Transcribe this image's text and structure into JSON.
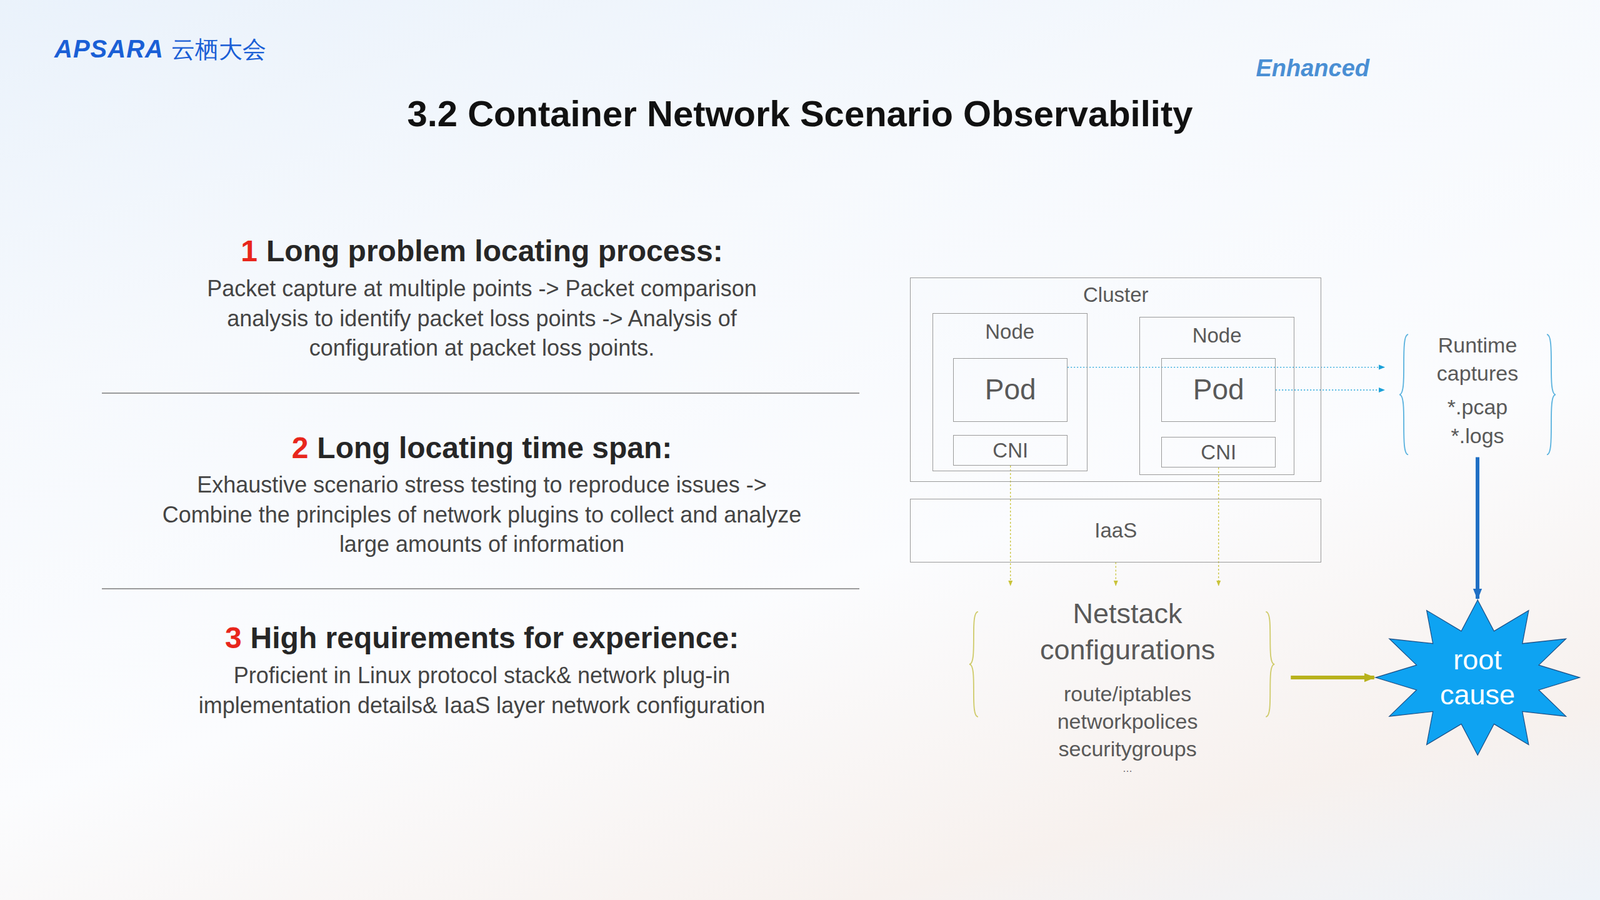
{
  "diagram": {
    "title": "3.2 Container Network Scenario Observability",
    "nodes": [
      {
        "text": [
          "Cluster"
        ]
      },
      {
        "text": [
          "Node"
        ],
        "in": 0
      },
      {
        "text": [
          "Pod"
        ],
        "in": 1
      },
      {
        "text": [
          "CNI"
        ],
        "in": 1
      },
      {
        "text": [
          "Node"
        ],
        "in": 0
      },
      {
        "text": [
          "Pod"
        ],
        "in": 4
      },
      {
        "text": [
          "CNI"
        ],
        "in": 4
      },
      {
        "text": [
          "IaaS"
        ]
      },
      {
        "text": [
          "Netstack configurations",
          "route/iptables",
          "networkpolices",
          "securitygroups",
          "…"
        ]
      },
      {
        "text": [
          "Runtime captures",
          "*.pcap",
          "*.logs"
        ]
      },
      {
        "text": [
          "root cause"
        ]
      }
    ],
    "edges": [
      {
        "from": 2,
        "to": 9,
        "arrow": "to"
      },
      {
        "from": 5,
        "to": 9,
        "arrow": "to"
      },
      {
        "from": 3,
        "to": 8,
        "arrow": "to"
      },
      {
        "from": 6,
        "to": 8,
        "arrow": "to"
      },
      {
        "from": 7,
        "to": 8,
        "arrow": "to"
      },
      {
        "from": 9,
        "to": 10,
        "arrow": "to"
      },
      {
        "from": 8,
        "to": 10,
        "arrow": "to"
      }
    ],
    "labels": [
      "APSARA",
      "云栖大会",
      "Enhanced",
      "1",
      "Long problem locating process:",
      "Packet capture at multiple points -> Packet comparison analysis to identify packet loss points -> Analysis of configuration at packet loss points.",
      "2",
      "Long locating time span:",
      "Exhaustive scenario stress testing to reproduce issues -> Combine the principles of network plugins to collect and analyze large amounts of information",
      "3",
      "High requirements for experience:",
      "Proficient in Linux protocol stack& network plug-in implementation details& IaaS layer network configuration"
    ]
  }
}
